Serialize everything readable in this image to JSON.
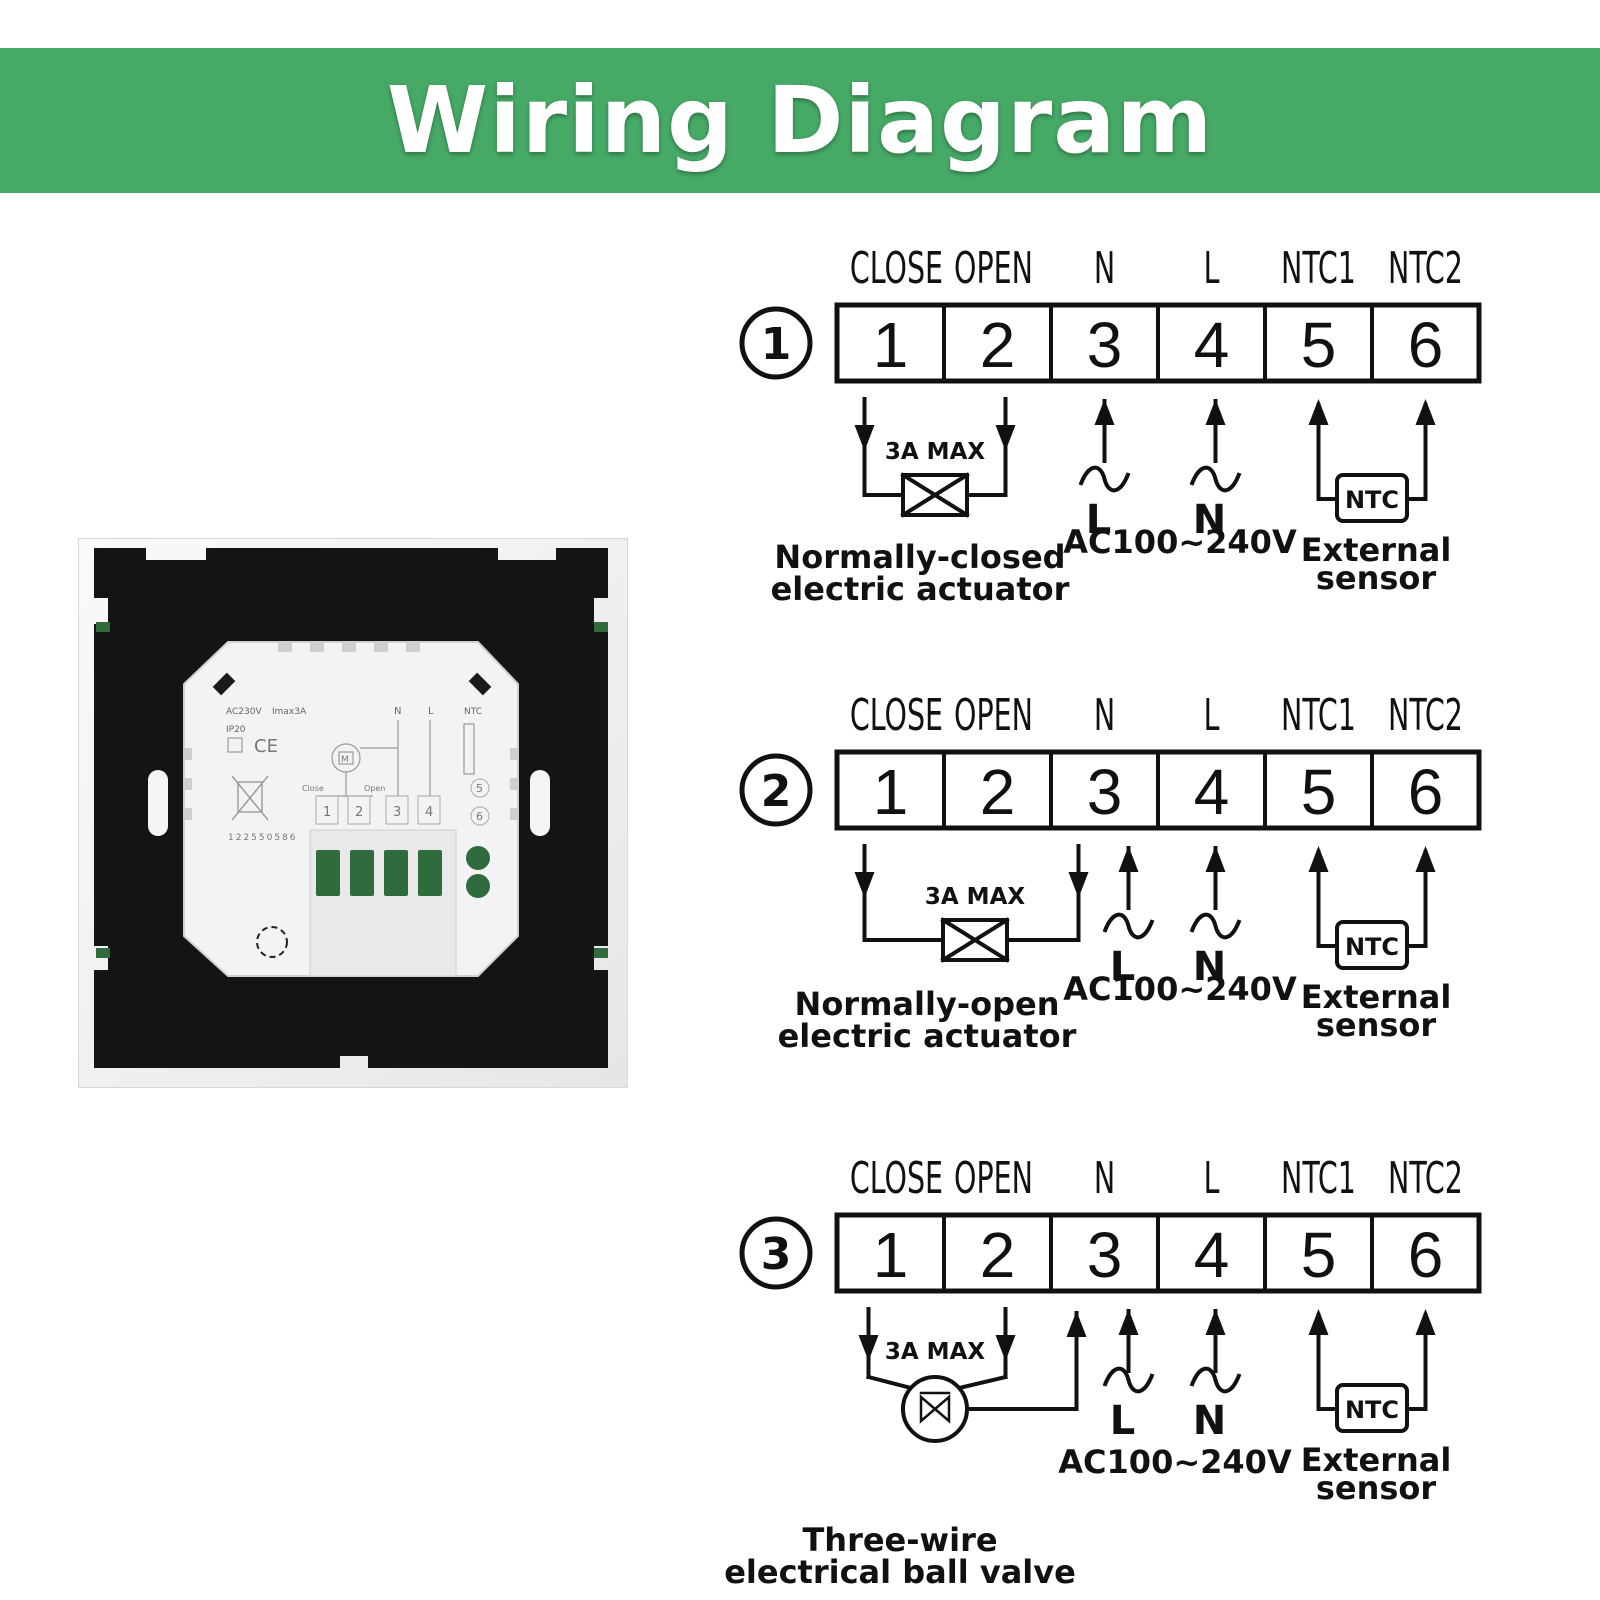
{
  "title": "Wiring Diagram",
  "colors": {
    "banner": "#46a966",
    "ink": "#111111",
    "panel_black": "#141414",
    "frame_white": "#f4f4f4",
    "terminal_green": "#2f6b3c"
  },
  "terminal_labels": [
    "CLOSE",
    "OPEN",
    "N",
    "L",
    "NTC1",
    "NTC2"
  ],
  "terminal_numbers": [
    "1",
    "2",
    "3",
    "4",
    "5",
    "6"
  ],
  "device": {
    "rating_voltage": "AC230V",
    "rating_current": "Imax3A",
    "ip_rating": "IP20",
    "ce_mark": "CE",
    "label_n": "N",
    "label_l": "L",
    "label_ntc": "NTC",
    "label_close": "Close",
    "label_open": "Open",
    "terminal_numbers": [
      "1",
      "2",
      "3",
      "4",
      "5",
      "6"
    ],
    "serial": "122550586",
    "motor_symbol": "M"
  },
  "diagrams": [
    {
      "number": "1",
      "load_rating": "3A MAX",
      "load_label_line1": "Normally-closed",
      "load_label_line2": "electric actuator",
      "power_symbol": "~",
      "power_left": "L",
      "power_right": "N",
      "power_label": "AC100~240V",
      "sensor_box": "NTC",
      "sensor_label_line1": "External",
      "sensor_label_line2": "sensor"
    },
    {
      "number": "2",
      "load_rating": "3A MAX",
      "load_label_line1": "Normally-open",
      "load_label_line2": "electric actuator",
      "power_symbol": "~",
      "power_left": "L",
      "power_right": "N",
      "power_label": "AC100~240V",
      "sensor_box": "NTC",
      "sensor_label_line1": "External",
      "sensor_label_line2": "sensor"
    },
    {
      "number": "3",
      "load_rating": "3A MAX",
      "load_label_line1": "Three-wire",
      "load_label_line2": "electrical ball valve",
      "power_symbol": "~",
      "power_left": "L",
      "power_right": "N",
      "power_label": "AC100~240V",
      "sensor_box": "NTC",
      "sensor_label_line1": "External",
      "sensor_label_line2": "sensor"
    }
  ]
}
